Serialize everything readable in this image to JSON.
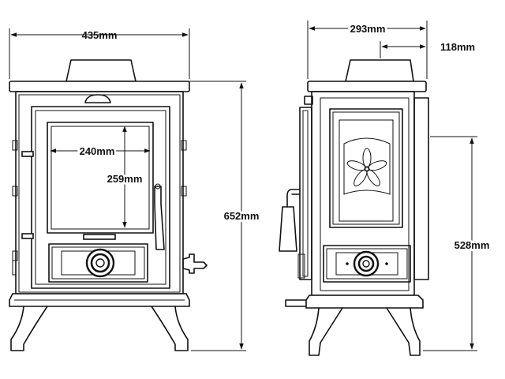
{
  "dimensions": {
    "front_width": "435mm",
    "glass_width": "240mm",
    "glass_height": "259mm",
    "total_height": "652mm",
    "side_depth": "293mm",
    "flue_offset": "118mm",
    "flue_height": "528mm"
  }
}
